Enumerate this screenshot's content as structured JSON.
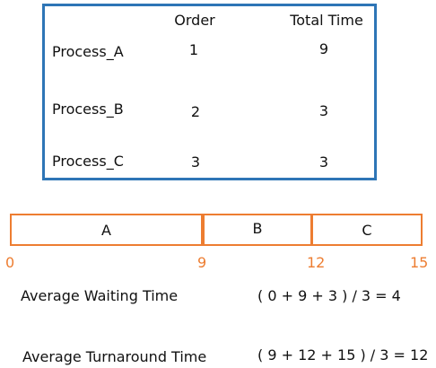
{
  "table": {
    "headers": {
      "order": "Order",
      "total_time": "Total Time"
    },
    "rows": [
      {
        "name": "Process_A",
        "order": "1",
        "total_time": "9"
      },
      {
        "name": "Process_B",
        "order": "2",
        "total_time": "3"
      },
      {
        "name": "Process_C",
        "order": "3",
        "total_time": "3"
      }
    ]
  },
  "gantt": {
    "blocks": [
      "A",
      "B",
      "C"
    ],
    "ticks": [
      "0",
      "9",
      "12",
      "15"
    ],
    "color": "#ed7d31"
  },
  "table_border_color": "#2e75b6",
  "averages": {
    "waiting_label": "Average Waiting Time",
    "waiting_formula": "( 0 + 9 + 3 ) / 3 = 4",
    "turnaround_label": "Average Turnaround Time",
    "turnaround_formula": "( 9 + 12 + 15 ) / 3 = 12"
  }
}
